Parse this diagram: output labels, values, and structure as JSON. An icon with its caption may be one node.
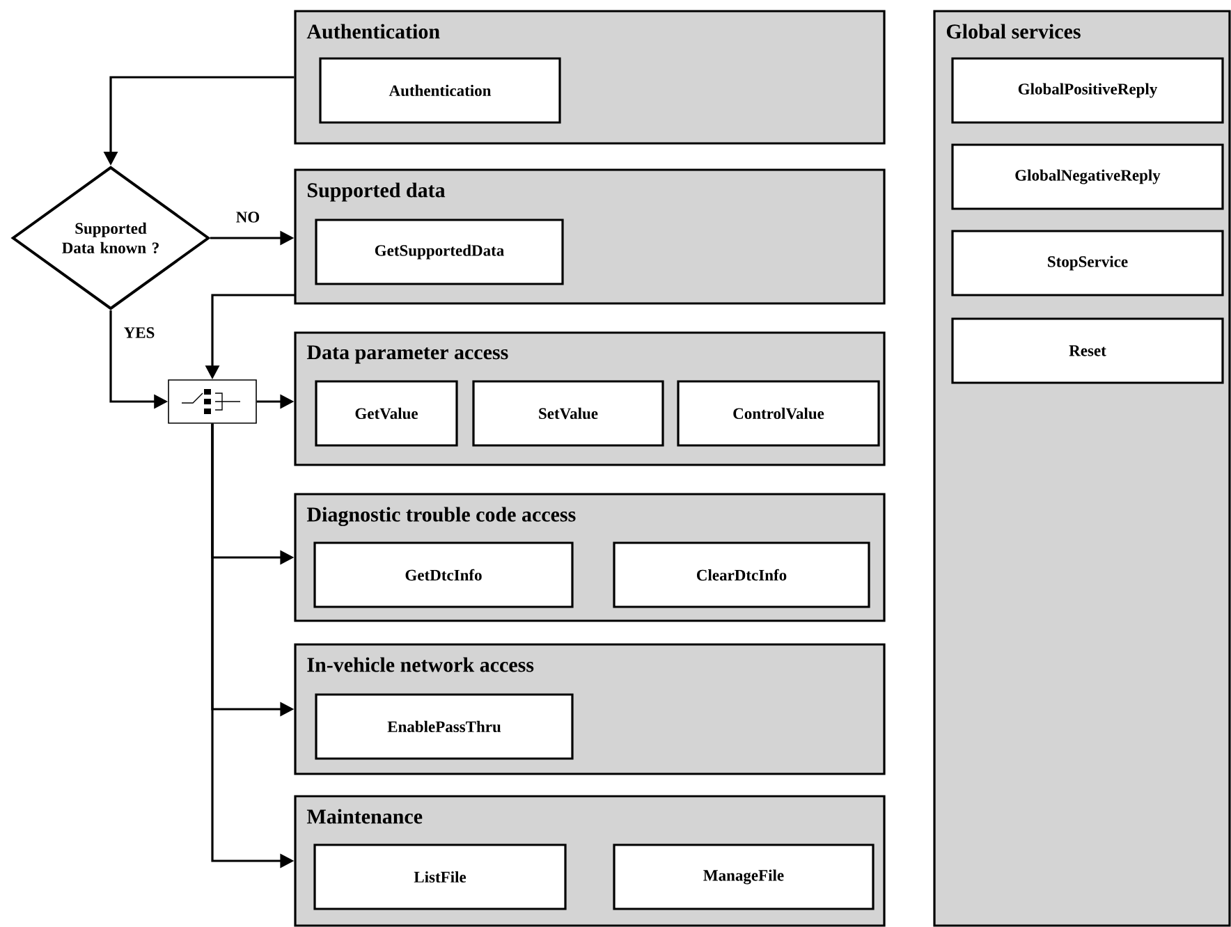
{
  "diagram": {
    "nodes": [
      {
        "text": [
          "Authentication"
        ]
      },
      {
        "text": [
          "Authentication"
        ],
        "in": 0
      },
      {
        "text": [
          "Supported data"
        ]
      },
      {
        "text": [
          "GetSupportedData"
        ],
        "in": 2
      },
      {
        "text": [
          "Data parameter access"
        ]
      },
      {
        "text": [
          "GetValue"
        ],
        "in": 4
      },
      {
        "text": [
          "SetValue"
        ],
        "in": 4
      },
      {
        "text": [
          "ControlValue"
        ],
        "in": 4
      },
      {
        "text": [
          "Diagnostic trouble code access"
        ]
      },
      {
        "text": [
          "GetDtcInfo"
        ],
        "in": 8
      },
      {
        "text": [
          "ClearDtcInfo"
        ],
        "in": 8
      },
      {
        "text": [
          "In-vehicle network access"
        ]
      },
      {
        "text": [
          "EnablePassThru"
        ],
        "in": 11
      },
      {
        "text": [
          "Maintenance"
        ]
      },
      {
        "text": [
          "ListFile"
        ],
        "in": 13
      },
      {
        "text": [
          "ManageFile"
        ],
        "in": 13
      },
      {
        "text": [
          "Global services"
        ]
      },
      {
        "text": [
          "GlobalPositiveReply"
        ],
        "in": 16
      },
      {
        "text": [
          "GlobalNegativeReply"
        ],
        "in": 16
      },
      {
        "text": [
          "StopService"
        ],
        "in": 16
      },
      {
        "text": [
          "Reset"
        ],
        "in": 16
      },
      {
        "text": [
          "Supported Data known ?"
        ]
      },
      {
        "text": [],
        "shape": "octagon"
      }
    ],
    "edges": [
      {
        "from": 0,
        "to": 21,
        "arrow": "to"
      },
      {
        "from": 21,
        "to": 2,
        "arrow": "to",
        "label": "NO"
      },
      {
        "from": 21,
        "to": 22,
        "arrow": "to",
        "label": "YES"
      },
      {
        "from": 2,
        "to": 22,
        "arrow": "to"
      },
      {
        "from": 22,
        "to": 4,
        "arrow": "to"
      },
      {
        "from": 22,
        "to": 8,
        "arrow": "to"
      },
      {
        "from": 22,
        "to": 11,
        "arrow": "to"
      },
      {
        "from": 22,
        "to": 13,
        "arrow": "to"
      }
    ]
  }
}
